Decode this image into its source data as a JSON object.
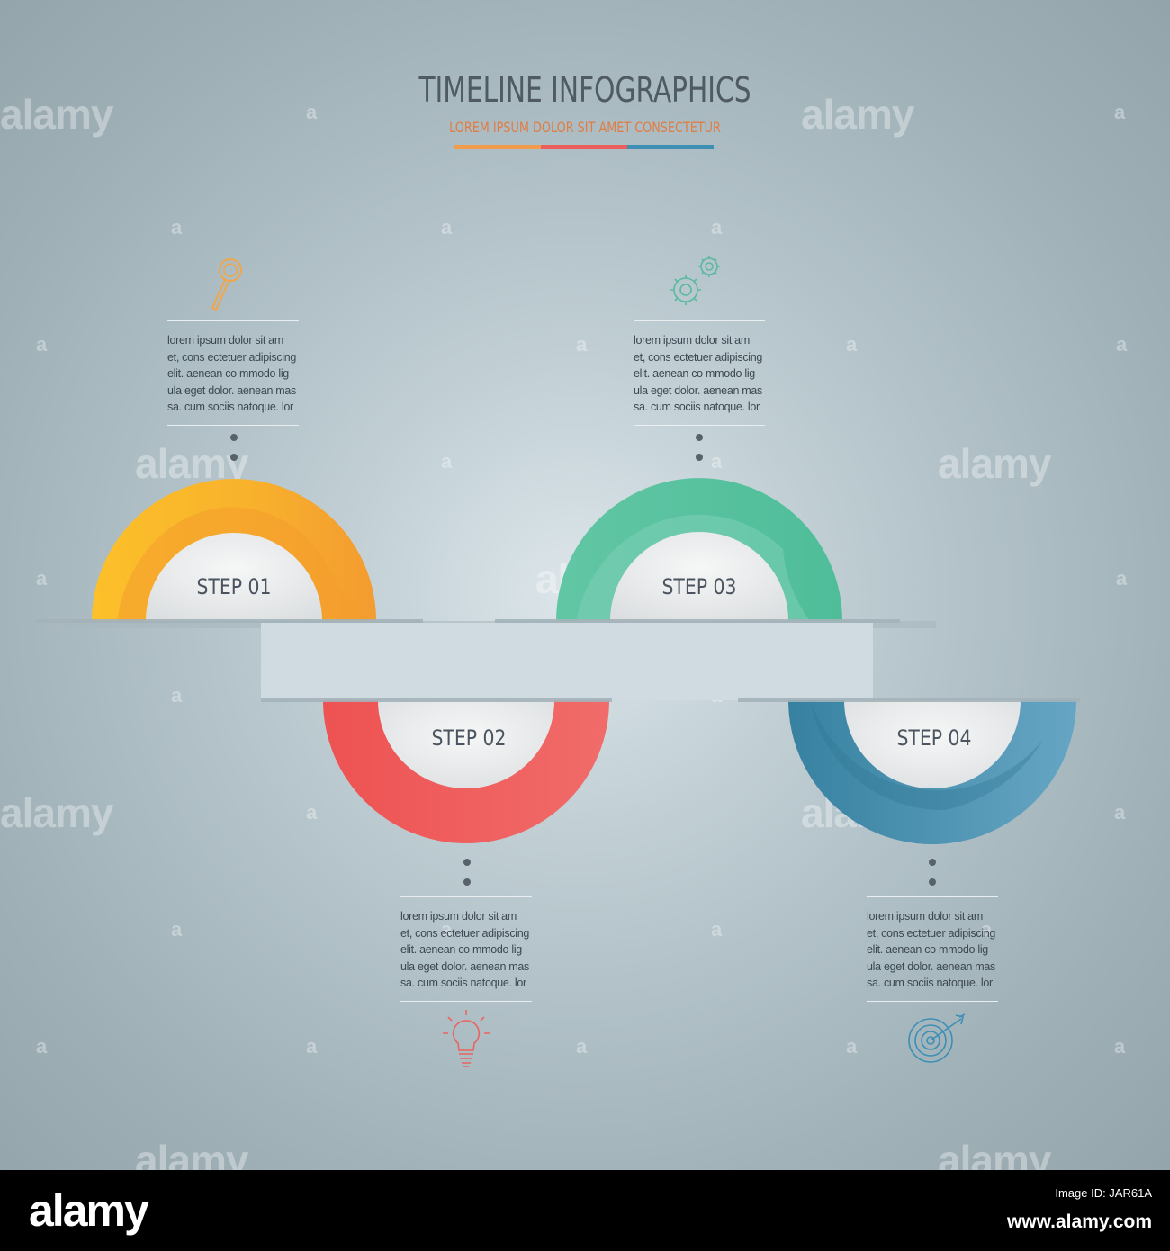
{
  "header": {
    "title": "TIMELINE INFOGRAPHICS",
    "subtitle": "LOREM IPSUM DOLOR SIT AMET CONSECTETUR"
  },
  "colors": {
    "bar_orange": "#f19b4c",
    "bar_red": "#ea5f5c",
    "bar_blue": "#3d8fb4",
    "step1": "#f5a633",
    "step2": "#ec5858",
    "step3": "#58c1a0",
    "step4": "#3a85a4"
  },
  "steps": [
    {
      "label": "STEP 01",
      "icon": "magnifier-icon",
      "text": [
        "lorem ipsum dolor sit am",
        "et, cons ectetuer adipiscing",
        "elit. aenean co mmodo lig",
        "ula eget dolor. aenean mas",
        "sa. cum sociis natoque. lor"
      ]
    },
    {
      "label": "STEP 02",
      "icon": "lightbulb-icon",
      "text": [
        "lorem ipsum dolor sit am",
        "et, cons ectetuer adipiscing",
        "elit. aenean co mmodo lig",
        "ula eget dolor. aenean mas",
        "sa. cum sociis natoque. lor"
      ]
    },
    {
      "label": "STEP 03",
      "icon": "gears-icon",
      "text": [
        "lorem ipsum dolor sit am",
        "et, cons ectetuer adipiscing",
        "elit. aenean co mmodo lig",
        "ula eget dolor. aenean mas",
        "sa. cum sociis natoque. lor"
      ]
    },
    {
      "label": "STEP 04",
      "icon": "target-icon",
      "text": [
        "lorem ipsum dolor sit am",
        "et, cons ectetuer adipiscing",
        "elit. aenean co mmodo lig",
        "ula eget dolor. aenean mas",
        "sa. cum sociis natoque. lor"
      ]
    }
  ],
  "watermark": {
    "logo": "alamy",
    "letter": "a"
  },
  "footer": {
    "logo": "alamy",
    "image_id": "Image ID: JAR61A",
    "site": "www.alamy.com"
  }
}
